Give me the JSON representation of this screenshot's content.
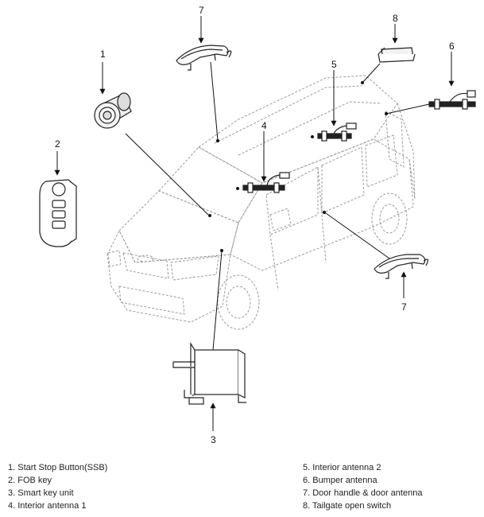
{
  "callouts": {
    "c1": "1",
    "c2": "2",
    "c3": "3",
    "c4": "4",
    "c5": "5",
    "c6": "6",
    "c7a": "7",
    "c7b": "7",
    "c8": "8"
  },
  "legend": {
    "left": [
      "1. Start Stop Button(SSB)",
      "2. FOB key",
      "3. Smart key unit",
      "4. Interior antenna 1"
    ],
    "right": [
      "5. Interior antenna 2",
      "6. Bumper antenna",
      "7. Door handle & door antenna",
      "8. Tailgate open switch"
    ]
  }
}
